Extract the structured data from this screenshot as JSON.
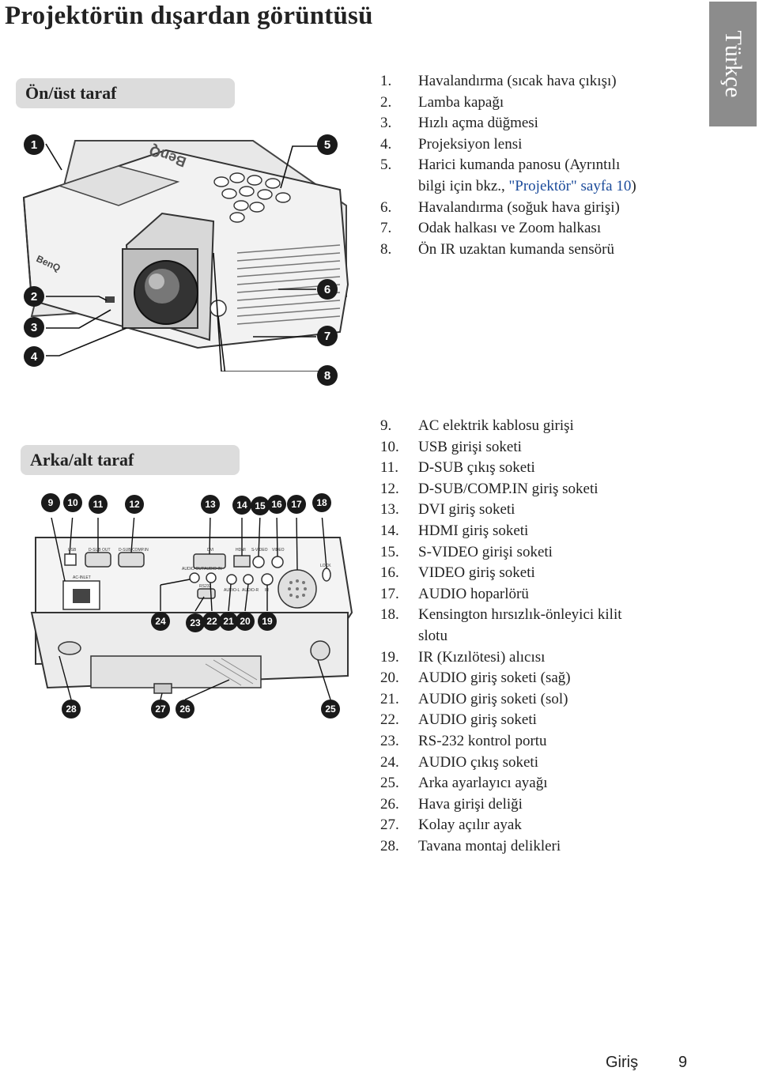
{
  "page": {
    "title": "Projektörün dışardan görüntüsü",
    "language_tab": "Türkçe"
  },
  "front": {
    "heading": "Ön/üst taraf",
    "items": [
      {
        "num": "1.",
        "text": "Havalandırma (sıcak hava çıkışı)"
      },
      {
        "num": "2.",
        "text": "Lamba kapağı"
      },
      {
        "num": "3.",
        "text": "Hızlı açma düğmesi"
      },
      {
        "num": "4.",
        "text": "Projeksiyon lensi"
      },
      {
        "num": "5.",
        "text": "Harici kumanda panosu (Ayrıntılı"
      },
      {
        "num": "6.",
        "text": "Havalandırma (soğuk hava girişi)"
      },
      {
        "num": "7.",
        "text": "Odak halkası ve Zoom halkası"
      },
      {
        "num": "8.",
        "text": "Ön IR uzaktan kumanda sensörü"
      }
    ],
    "item5_cont_prefix": "bilgi için bkz., ",
    "item5_link": "\"Projektör\" sayfa 10",
    "item5_cont_suffix": ")",
    "callouts": [
      "1",
      "2",
      "3",
      "4",
      "5",
      "6",
      "7",
      "8"
    ],
    "device_labels": {
      "brand_top": "BenQ",
      "brand_front": "BenQ"
    }
  },
  "rear": {
    "heading": "Arka/alt taraf",
    "items": [
      {
        "num": "9.",
        "text": "AC elektrik kablosu girişi"
      },
      {
        "num": "10.",
        "text": "USB girişi soketi"
      },
      {
        "num": "11.",
        "text": "D-SUB çıkış soketi"
      },
      {
        "num": "12.",
        "text": "D-SUB/COMP.IN giriş soketi"
      },
      {
        "num": "13.",
        "text": "DVI giriş soketi"
      },
      {
        "num": "14.",
        "text": "HDMI giriş soketi"
      },
      {
        "num": "15.",
        "text": "S-VIDEO girişi soketi"
      },
      {
        "num": "16.",
        "text": "VIDEO giriş soketi"
      },
      {
        "num": "17.",
        "text": "AUDIO hoparlörü"
      },
      {
        "num": "18.",
        "text": "Kensington hırsızlık-önleyici kilit"
      },
      {
        "num": "",
        "text": "slotu"
      },
      {
        "num": "19.",
        "text": "IR (Kızılötesi) alıcısı"
      },
      {
        "num": "20.",
        "text": "AUDIO giriş soketi (sağ)"
      },
      {
        "num": "21.",
        "text": "AUDIO giriş soketi (sol)"
      },
      {
        "num": "22.",
        "text": "AUDIO giriş soketi"
      },
      {
        "num": "23.",
        "text": "RS-232 kontrol portu"
      },
      {
        "num": "24.",
        "text": "AUDIO çıkış soketi"
      },
      {
        "num": "25.",
        "text": "Arka ayarlayıcı ayağı"
      },
      {
        "num": "26.",
        "text": "Hava girişi deliği"
      },
      {
        "num": "27.",
        "text": "Kolay açılır ayak"
      },
      {
        "num": "28.",
        "text": "Tavana montaj delikleri"
      }
    ],
    "callouts": [
      "9",
      "10",
      "11",
      "12",
      "13",
      "14",
      "15",
      "16",
      "17",
      "18",
      "19",
      "20",
      "21",
      "22",
      "23",
      "24",
      "25",
      "26",
      "27",
      "28"
    ],
    "port_labels": {
      "usb": "USB",
      "dsub_out": "D-SUB OUT",
      "dsub_comp_in": "D-SUB/COMP.IN",
      "dvi": "DVI",
      "hdmi": "HDMI",
      "svideo": "S-VIDEO",
      "video": "VIDEO",
      "lock": "LOCK",
      "ac_inlet": "AC-INLET",
      "audio_out": "AUDIO-OUT",
      "audio_in": "AUDIO-IN",
      "rs232": "RS232",
      "audio_l": "AUDIO-L",
      "audio_r": "AUDIO-R",
      "ir": "IR"
    }
  },
  "footer": {
    "section": "Giriş",
    "page_number": "9"
  }
}
